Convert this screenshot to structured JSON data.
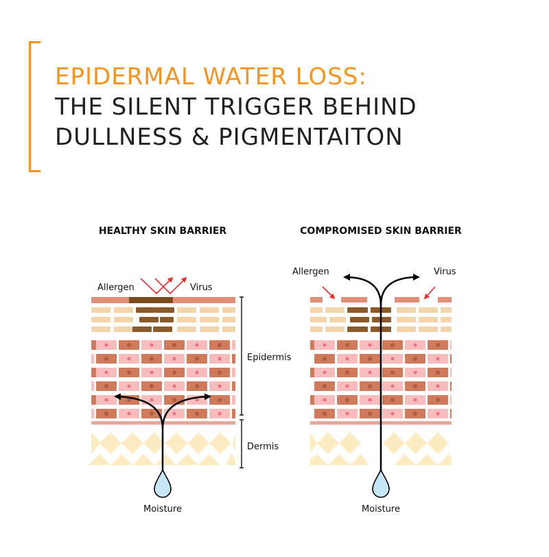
{
  "header": {
    "title_line1": "EPIDERMAL WATER LOSS:",
    "title_line2": "THE SILENT TRIGGER BEHIND",
    "title_line3": "DULLNESS & PIGMENTAITON"
  },
  "panels": {
    "healthy": {
      "heading": "HEALTHY SKIN BARRIER",
      "allergen_label": "Allergen",
      "virus_label": "Virus",
      "moisture_label": "Moisture"
    },
    "compromised": {
      "heading": "COMPROMISED SKIN BARRIER",
      "allergen_label": "Allergen",
      "virus_label": "Virus",
      "moisture_label": "Moisture"
    }
  },
  "layers": {
    "epidermis_label": "Epidermis",
    "dermis_label": "Dermis"
  },
  "colors": {
    "accent": "#f7941d",
    "title_dark": "#231f20",
    "stratum_corneum": "#e28f78",
    "corneum_dark": "#7b4a1b",
    "beige_brick": "#f3d5ab",
    "brown_brick": "#8b5a2b",
    "pink_brick": "#f8bcbc",
    "rust_brick": "#cf7a5a",
    "nucleus_rust": "#b55a42",
    "nucleus_pink": "#ec6f85",
    "dermis_diamond": "#fdecc2",
    "arrow_red": "#ee2b2b",
    "droplet": "#c6e6f8"
  },
  "icons": [
    "water-droplet-icon",
    "arrow-icon",
    "allergen-arrow-icon",
    "virus-arrow-icon"
  ]
}
